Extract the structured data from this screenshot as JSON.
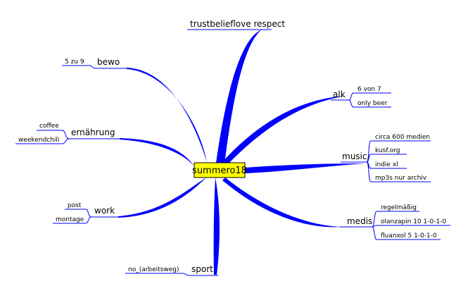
{
  "colors": {
    "background": "#ffffff",
    "branch": "#0000ff",
    "text": "#000000",
    "center_fill": "#ffff00",
    "center_border": "#000000"
  },
  "center": {
    "label": "summero18"
  },
  "branches": {
    "trust": {
      "label": "trustbelieflove respect",
      "leaves": []
    },
    "bewo": {
      "label": "bewo",
      "leaves": [
        "5 zu 9"
      ]
    },
    "ernaehrung": {
      "label": "ernährung",
      "leaves": [
        "coffee",
        "weekendchili"
      ]
    },
    "work": {
      "label": "work",
      "leaves": [
        "post",
        "montage"
      ]
    },
    "sport": {
      "label": "sport",
      "leaves": [
        "no_(arbeitsweg)"
      ]
    },
    "alk": {
      "label": "alk",
      "leaves": [
        "6 von 7",
        "only beer"
      ]
    },
    "music": {
      "label": "music",
      "leaves": [
        "circa 600 medien",
        "kusf.org",
        "indie xl",
        "mp3s nur archiv"
      ]
    },
    "medis": {
      "label": "medis",
      "leaves": [
        "regelmäßig",
        "olanzapin 10 1-0-1-0",
        "fluanxol 5 1-0-1-0"
      ]
    }
  }
}
